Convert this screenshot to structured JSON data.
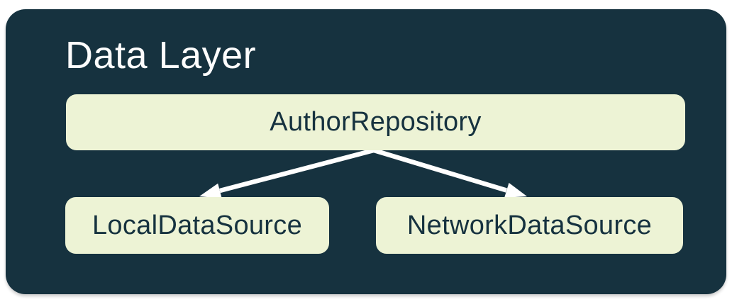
{
  "diagram": {
    "title": "Data Layer",
    "nodes": [
      {
        "id": "author-repository",
        "label": "AuthorRepository"
      },
      {
        "id": "local-data-source",
        "label": "LocalDataSource"
      },
      {
        "id": "network-data-source",
        "label": "NetworkDataSource"
      }
    ],
    "edges": [
      {
        "from": "AuthorRepository",
        "to": "LocalDataSource",
        "style": "arrow"
      },
      {
        "from": "AuthorRepository",
        "to": "NetworkDataSource",
        "style": "arrow"
      }
    ],
    "colors": {
      "page_bg": "#FFFFFF",
      "container_bg": "#16323F",
      "node_bg": "#EDF3D5",
      "node_text": "#16323F",
      "title_text": "#FDFDFD",
      "arrow": "#FFFFFF"
    }
  }
}
